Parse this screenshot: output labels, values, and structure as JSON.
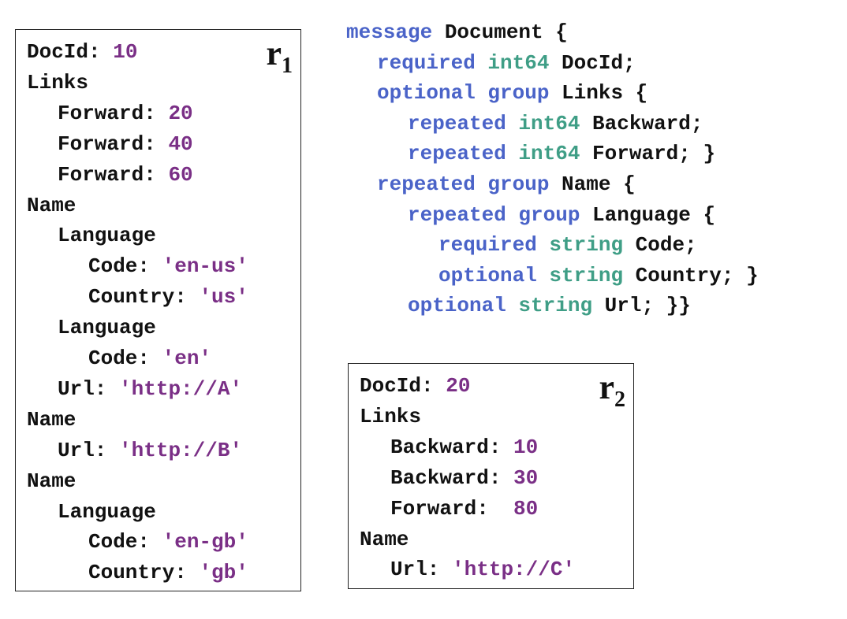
{
  "record1": {
    "label": "r",
    "sub": "1",
    "lines": [
      {
        "key": "DocId:",
        "value": "10",
        "indent": 0
      },
      {
        "key": "Links",
        "value": "",
        "indent": 0
      },
      {
        "key": "Forward:",
        "value": "20",
        "indent": 1
      },
      {
        "key": "Forward:",
        "value": "40",
        "indent": 1
      },
      {
        "key": "Forward:",
        "value": "60",
        "indent": 1
      },
      {
        "key": "Name",
        "value": "",
        "indent": 0
      },
      {
        "key": "Language",
        "value": "",
        "indent": 1
      },
      {
        "key": "Code:",
        "value": "'en-us'",
        "indent": 2
      },
      {
        "key": "Country:",
        "value": "'us'",
        "indent": 2
      },
      {
        "key": "Language",
        "value": "",
        "indent": 1
      },
      {
        "key": "Code:",
        "value": "'en'",
        "indent": 2
      },
      {
        "key": "Url:",
        "value": "'http://A'",
        "indent": 1
      },
      {
        "key": "Name",
        "value": "",
        "indent": 0
      },
      {
        "key": "Url:",
        "value": "'http://B'",
        "indent": 1
      },
      {
        "key": "Name",
        "value": "",
        "indent": 0
      },
      {
        "key": "Language",
        "value": "",
        "indent": 1
      },
      {
        "key": "Code:",
        "value": "'en-gb'",
        "indent": 2
      },
      {
        "key": "Country:",
        "value": "'gb'",
        "indent": 2
      }
    ]
  },
  "record2": {
    "label": "r",
    "sub": "2",
    "lines": [
      {
        "key": "DocId:",
        "value": "20",
        "indent": 0
      },
      {
        "key": "Links",
        "value": "",
        "indent": 0
      },
      {
        "key": "Backward:",
        "value": "10",
        "indent": 1
      },
      {
        "key": "Backward:",
        "value": "30",
        "indent": 1
      },
      {
        "key": "Forward: ",
        "value": "80",
        "indent": 1
      },
      {
        "key": "Name",
        "value": "",
        "indent": 0
      },
      {
        "key": "Url:",
        "value": "'http://C'",
        "indent": 1
      }
    ]
  },
  "schema": {
    "lines": [
      {
        "indent": 0,
        "tokens": [
          {
            "t": "message",
            "c": "kw"
          },
          {
            "t": " Document {",
            "c": "plain"
          }
        ]
      },
      {
        "indent": 1,
        "tokens": [
          {
            "t": "required",
            "c": "kw"
          },
          {
            "t": " int64",
            "c": "ty"
          },
          {
            "t": " DocId;",
            "c": "plain"
          }
        ]
      },
      {
        "indent": 1,
        "tokens": [
          {
            "t": "optional",
            "c": "kw"
          },
          {
            "t": " group",
            "c": "kw"
          },
          {
            "t": " Links {",
            "c": "plain"
          }
        ]
      },
      {
        "indent": 2,
        "tokens": [
          {
            "t": "repeated",
            "c": "kw"
          },
          {
            "t": " int64",
            "c": "ty"
          },
          {
            "t": " Backward;",
            "c": "plain"
          }
        ]
      },
      {
        "indent": 2,
        "tokens": [
          {
            "t": "repeated",
            "c": "kw"
          },
          {
            "t": " int64",
            "c": "ty"
          },
          {
            "t": " Forward; }",
            "c": "plain"
          }
        ]
      },
      {
        "indent": 1,
        "tokens": [
          {
            "t": "repeated",
            "c": "kw"
          },
          {
            "t": " group",
            "c": "kw"
          },
          {
            "t": " Name {",
            "c": "plain"
          }
        ]
      },
      {
        "indent": 2,
        "tokens": [
          {
            "t": "repeated",
            "c": "kw"
          },
          {
            "t": " group",
            "c": "kw"
          },
          {
            "t": " Language {",
            "c": "plain"
          }
        ]
      },
      {
        "indent": 3,
        "tokens": [
          {
            "t": "required",
            "c": "kw"
          },
          {
            "t": " string",
            "c": "ty"
          },
          {
            "t": " Code;",
            "c": "plain"
          }
        ]
      },
      {
        "indent": 3,
        "tokens": [
          {
            "t": "optional",
            "c": "kw"
          },
          {
            "t": " string",
            "c": "ty"
          },
          {
            "t": " Country; }",
            "c": "plain"
          }
        ]
      },
      {
        "indent": 2,
        "tokens": [
          {
            "t": "optional",
            "c": "kw"
          },
          {
            "t": " string",
            "c": "ty"
          },
          {
            "t": " Url; }}",
            "c": "plain"
          }
        ]
      }
    ]
  },
  "colors": {
    "keyword": "#4a63c8",
    "type": "#3f9e86",
    "value": "#7a2f86",
    "text": "#111111"
  }
}
